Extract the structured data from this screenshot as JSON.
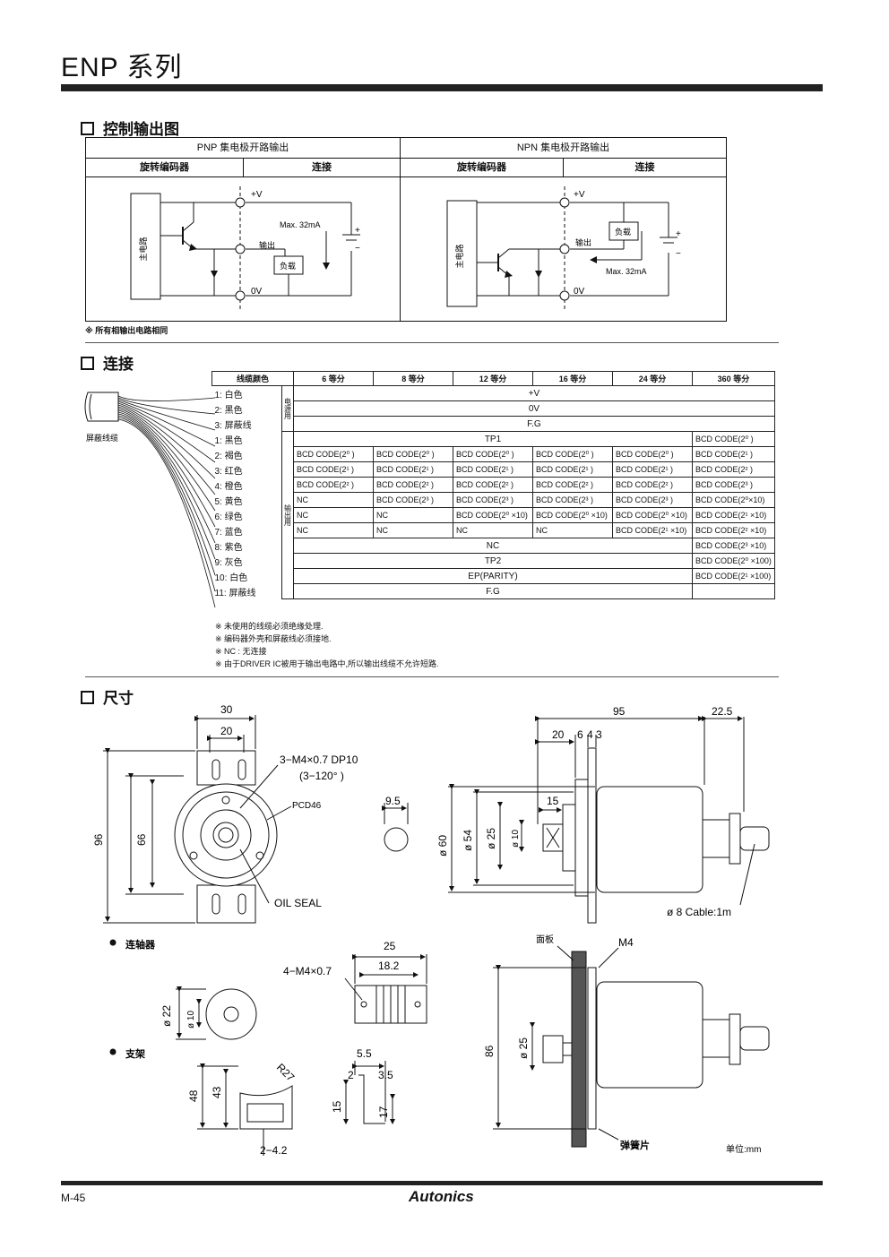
{
  "page_title": "ENP 系列",
  "section_output": "控制输出图",
  "section_connection": "连接",
  "section_dimensions": "尺寸",
  "output_diagram": {
    "pnp_title": "PNP 集电极开路输出",
    "npn_title": "NPN 集电极开路输出",
    "col_encoder": "旋转编码器",
    "col_connection": "连接",
    "main_circuit": "主电路",
    "v_plus": "+V",
    "zero_v": "0V",
    "output": "输出",
    "load": "负载",
    "max_current": "Max. 32mA",
    "plus": "+",
    "minus": "−",
    "note": "※ 所有相输出电路相同"
  },
  "connection": {
    "header_wire_color": "线缆颜色",
    "header_cols": [
      "6 等分",
      "8 等分",
      "12 等分",
      "16 等分",
      "24 等分",
      "360 等分"
    ],
    "shield_label": "屏蔽线缆",
    "power_group": "电源用",
    "output_group": "输出用",
    "power_rows": [
      {
        "no": "1:",
        "color": "白色",
        "value": "+V"
      },
      {
        "no": "2:",
        "color": "黑色",
        "value": "0V"
      },
      {
        "no": "3:",
        "color": "屏蔽线",
        "value": "F.G"
      }
    ],
    "output_rows": [
      {
        "no": "1:",
        "color": "黑色",
        "span": "TP1",
        "c360": "BCD CODE(2⁰ )"
      },
      {
        "no": "2:",
        "color": "褐色",
        "cells": [
          "BCD CODE(2⁰ )",
          "BCD CODE(2⁰ )",
          "BCD CODE(2⁰ )",
          "BCD CODE(2⁰ )",
          "BCD CODE(2⁰ )",
          "BCD CODE(2¹ )"
        ]
      },
      {
        "no": "3:",
        "color": "红色",
        "cells": [
          "BCD CODE(2¹ )",
          "BCD CODE(2¹ )",
          "BCD CODE(2¹ )",
          "BCD CODE(2¹ )",
          "BCD CODE(2¹ )",
          "BCD CODE(2² )"
        ]
      },
      {
        "no": "4:",
        "color": "橙色",
        "cells": [
          "BCD CODE(2² )",
          "BCD CODE(2² )",
          "BCD CODE(2² )",
          "BCD CODE(2² )",
          "BCD CODE(2² )",
          "BCD CODE(2³ )"
        ]
      },
      {
        "no": "5:",
        "color": "黄色",
        "cells": [
          "NC",
          "BCD CODE(2³ )",
          "BCD CODE(2³ )",
          "BCD CODE(2³ )",
          "BCD CODE(2³ )",
          "BCD CODE(2⁰×10)"
        ]
      },
      {
        "no": "6:",
        "color": "绿色",
        "cells": [
          "NC",
          "NC",
          "BCD CODE(2⁰ ×10)",
          "BCD CODE(2⁰ ×10)",
          "BCD CODE(2⁰ ×10)",
          "BCD CODE(2¹ ×10)"
        ]
      },
      {
        "no": "7:",
        "color": "蓝色",
        "cells": [
          "NC",
          "NC",
          "NC",
          "NC",
          "BCD CODE(2¹ ×10)",
          "BCD CODE(2² ×10)"
        ]
      },
      {
        "no": "8:",
        "color": "紫色",
        "span": "NC",
        "c360": "BCD CODE(2³ ×10)"
      },
      {
        "no": "9:",
        "color": "灰色",
        "span": "TP2",
        "c360": "BCD CODE(2⁰ ×100)"
      },
      {
        "no": "10:",
        "color": "白色",
        "span": "EP(PARITY)",
        "c360": "BCD CODE(2¹ ×100)"
      },
      {
        "no": "11:",
        "color": "屏蔽线",
        "span": "F.G",
        "c360": ""
      }
    ],
    "notes": [
      "※  未使用的线缆必须绝缘处理.",
      "※  编码器外壳和屏蔽线必须接地.",
      "※  NC : 无连接",
      "※  由于DRIVER IC被用于输出电路中,所以输出线缆不允许短路."
    ]
  },
  "dimensions": {
    "front": {
      "w30": "30",
      "w20": "20",
      "h96": "96",
      "h66": "66",
      "screw": "3−M4×0.7 DP10",
      "screw_angle": "(3−120° )",
      "pcd": "PCD46",
      "oil_seal": "OIL SEAL"
    },
    "side": {
      "l95": "95",
      "l22_5": "22.5",
      "l20": "20",
      "l6": "6",
      "l4": "4",
      "l3": "3",
      "l15": "15",
      "d60": "ø 60",
      "d54": "ø 54",
      "d25": "ø 25",
      "d10": "ø 10",
      "cable": "ø 8 Cable:1m"
    },
    "shaft": {
      "d9_5": "9.5"
    },
    "coupling": {
      "label": "连轴器",
      "d22": "ø 22",
      "d10": "ø 10",
      "l25": "25",
      "l18_2": "18.2",
      "screw": "4−M4×0.7"
    },
    "bracket": {
      "label": "支架",
      "h48": "48",
      "h43": "43",
      "r27": "R27",
      "holes": "2−4.2",
      "w5_5": "5.5",
      "w2": "2",
      "w3_5": "3.5",
      "h15": "15",
      "h17": "17"
    },
    "mount": {
      "panel": "面板",
      "m4": "M4",
      "h86": "86",
      "d25": "ø 25",
      "spring": "弹簧片",
      "unit": "单位:mm"
    }
  },
  "footer": {
    "page": "M-45",
    "brand": "Autonics"
  }
}
